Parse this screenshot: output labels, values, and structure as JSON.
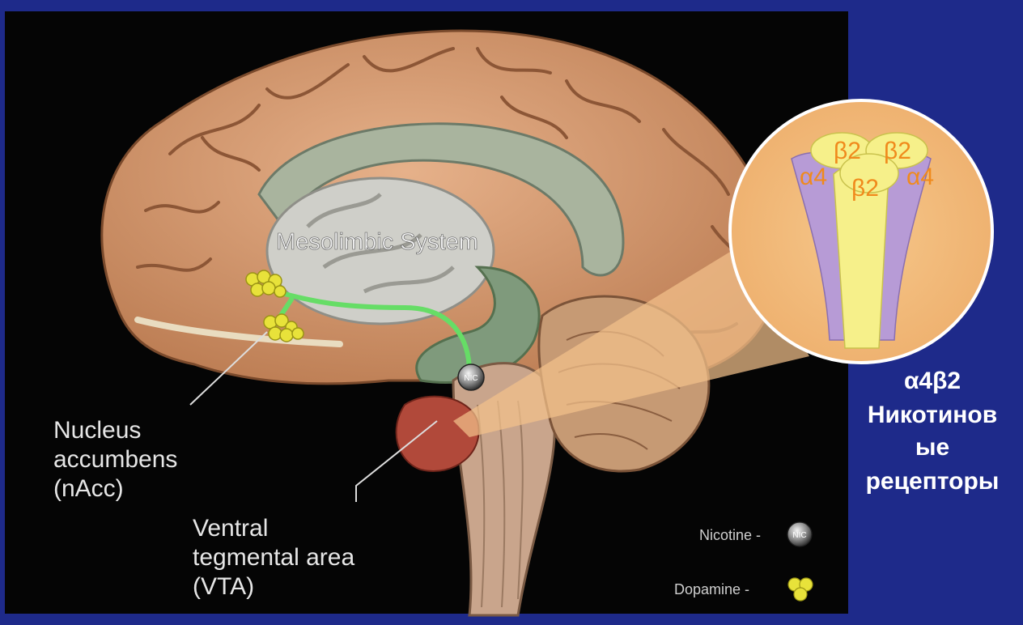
{
  "colors": {
    "background_blue": "#1e2a8a",
    "panel_black": "#050505",
    "cortex": "#d9a07a",
    "pathway_green": "#66dd66",
    "dopamine_yellow": "#e8e23a",
    "alpha_subunit": "#b79bd6",
    "beta_subunit": "#f6f08a",
    "subunit_label": "#f08a1c"
  },
  "brain": {
    "mesolimbic_label": "Mesolimbic System",
    "nic_marker": "NIC"
  },
  "labels": {
    "nacc": [
      "Nucleus",
      "accumbens",
      "(nAcc)"
    ],
    "vta": [
      "Ventral",
      "tegmental area",
      "(VTA)"
    ]
  },
  "legend": {
    "nicotine": "Nicotine -",
    "nicotine_icon": "NIC",
    "dopamine": "Dopamine -"
  },
  "receptor": {
    "subunits": {
      "alpha_left": "α4",
      "alpha_right": "α4",
      "beta_top_left": "β2",
      "beta_top_right": "β2",
      "beta_center": "β2"
    }
  },
  "side_caption": [
    "α4β2",
    "Никотинов",
    "ые",
    "рецепторы"
  ]
}
